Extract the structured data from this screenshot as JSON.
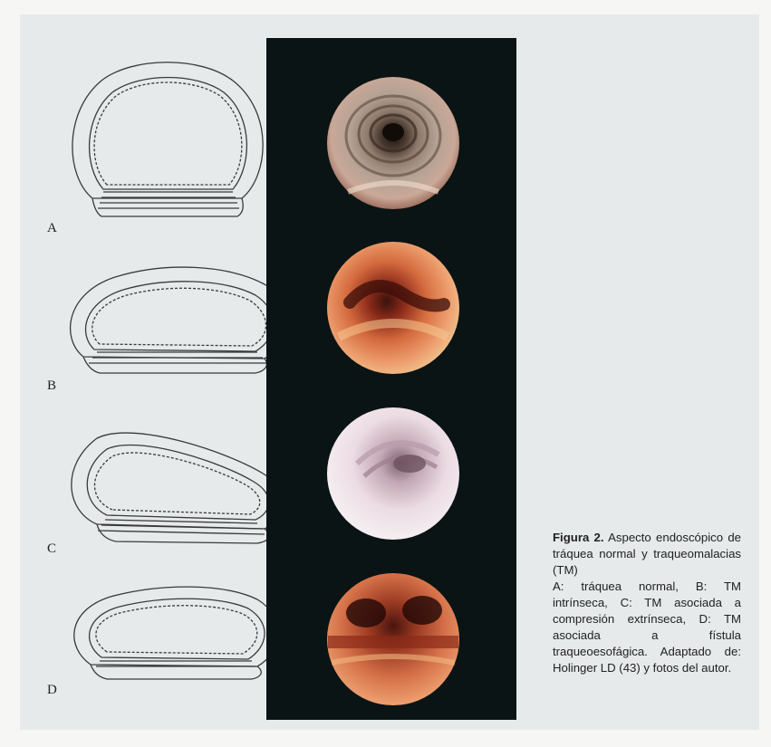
{
  "figure": {
    "label": "Figura 2.",
    "title": "Aspecto endoscópico de tráquea normal y traqueomalacias (TM)",
    "body": "A: tráquea normal, B: TM intrínseca, C: TM asociada a compresión extrínseca, D: TM asociada a fístula traqueoesofágica. Adaptado de: Holinger LD (43) y fotos del autor."
  },
  "panels": [
    {
      "letter": "A"
    },
    {
      "letter": "B"
    },
    {
      "letter": "C"
    },
    {
      "letter": "D"
    }
  ],
  "colors": {
    "panel_bg": "#e6eaea",
    "photo_strip_bg": "#0b1414",
    "line_drawing": "#3a3a3a"
  }
}
